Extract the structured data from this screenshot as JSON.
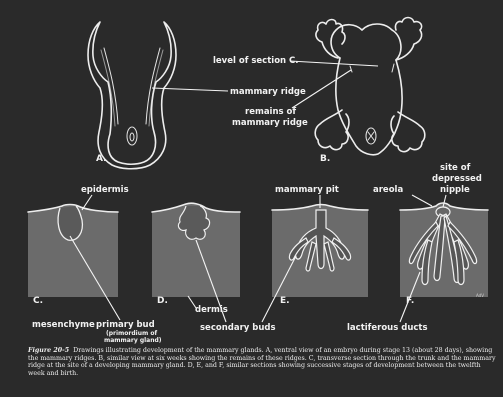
{
  "labels": {
    "level_of_section": "level of section C.",
    "mammary_ridge": "mammary ridge",
    "remains_1": "remains of",
    "remains_2": "mammary ridge",
    "epidermis": "epidermis",
    "mammary_pit": "mammary pit",
    "areola": "areola",
    "nipple_1": "site of",
    "nipple_2": "depressed",
    "nipple_3": "nipple",
    "mesenchyme": "mesenchyme",
    "primary_bud": "primary bud",
    "primordium_1": "(primordium of",
    "primordium_2": "mammary gland)",
    "dermis": "dermis",
    "secondary_buds": "secondary buds",
    "lactiferous_ducts": "lactiferous ducts",
    "signature": "AdV"
  },
  "panels": {
    "a": "A.",
    "b": "B.",
    "c": "C.",
    "d": "D.",
    "e": "E.",
    "f": "F."
  },
  "caption": {
    "figure": "Figure 20-5",
    "text": "Drawings illustrating development of the mammary glands. A, ventral view of an embryo during stage 13 (about 28 days), showing the mammary ridges. B, similar view at six weeks showing the remains of these ridges. C, transverse section through the trunk and the mammary ridge at the site of a developing mammary gland. D, E, and F, similar sections showing successive stages of development between the twelfth week and birth."
  },
  "colors": {
    "background": "#2a2a2a",
    "tissue": "#6a6a6a",
    "lines": "#ededed"
  }
}
